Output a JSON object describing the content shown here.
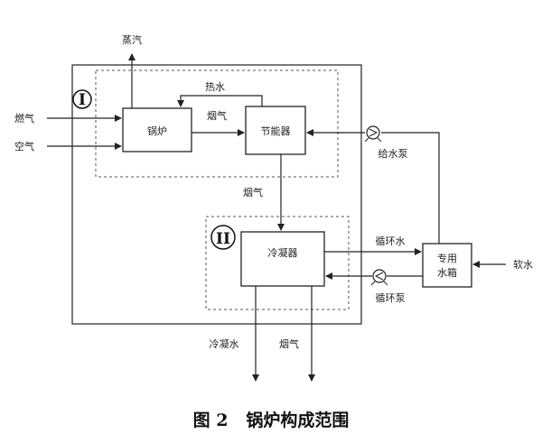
{
  "diagram": {
    "region_1_label": "I",
    "region_2_label": "II",
    "boxes": {
      "boiler": "锅炉",
      "economizer": "节能器",
      "condenser": "冷凝器",
      "tank_line1": "专用",
      "tank_line2": "水箱"
    },
    "labels": {
      "steam": "蒸汽",
      "fuel_gas": "燃气",
      "air": "空气",
      "hot_water": "热水",
      "flue_gas_1": "烟气",
      "flue_gas_2": "烟气",
      "flue_gas_3": "烟气",
      "feed_pump": "给水泵",
      "circulating_water": "循环水",
      "circulating_pump": "循环泵",
      "soft_water": "软水",
      "condensate": "冷凝水"
    },
    "caption": "图 2   锅炉构成范围"
  }
}
